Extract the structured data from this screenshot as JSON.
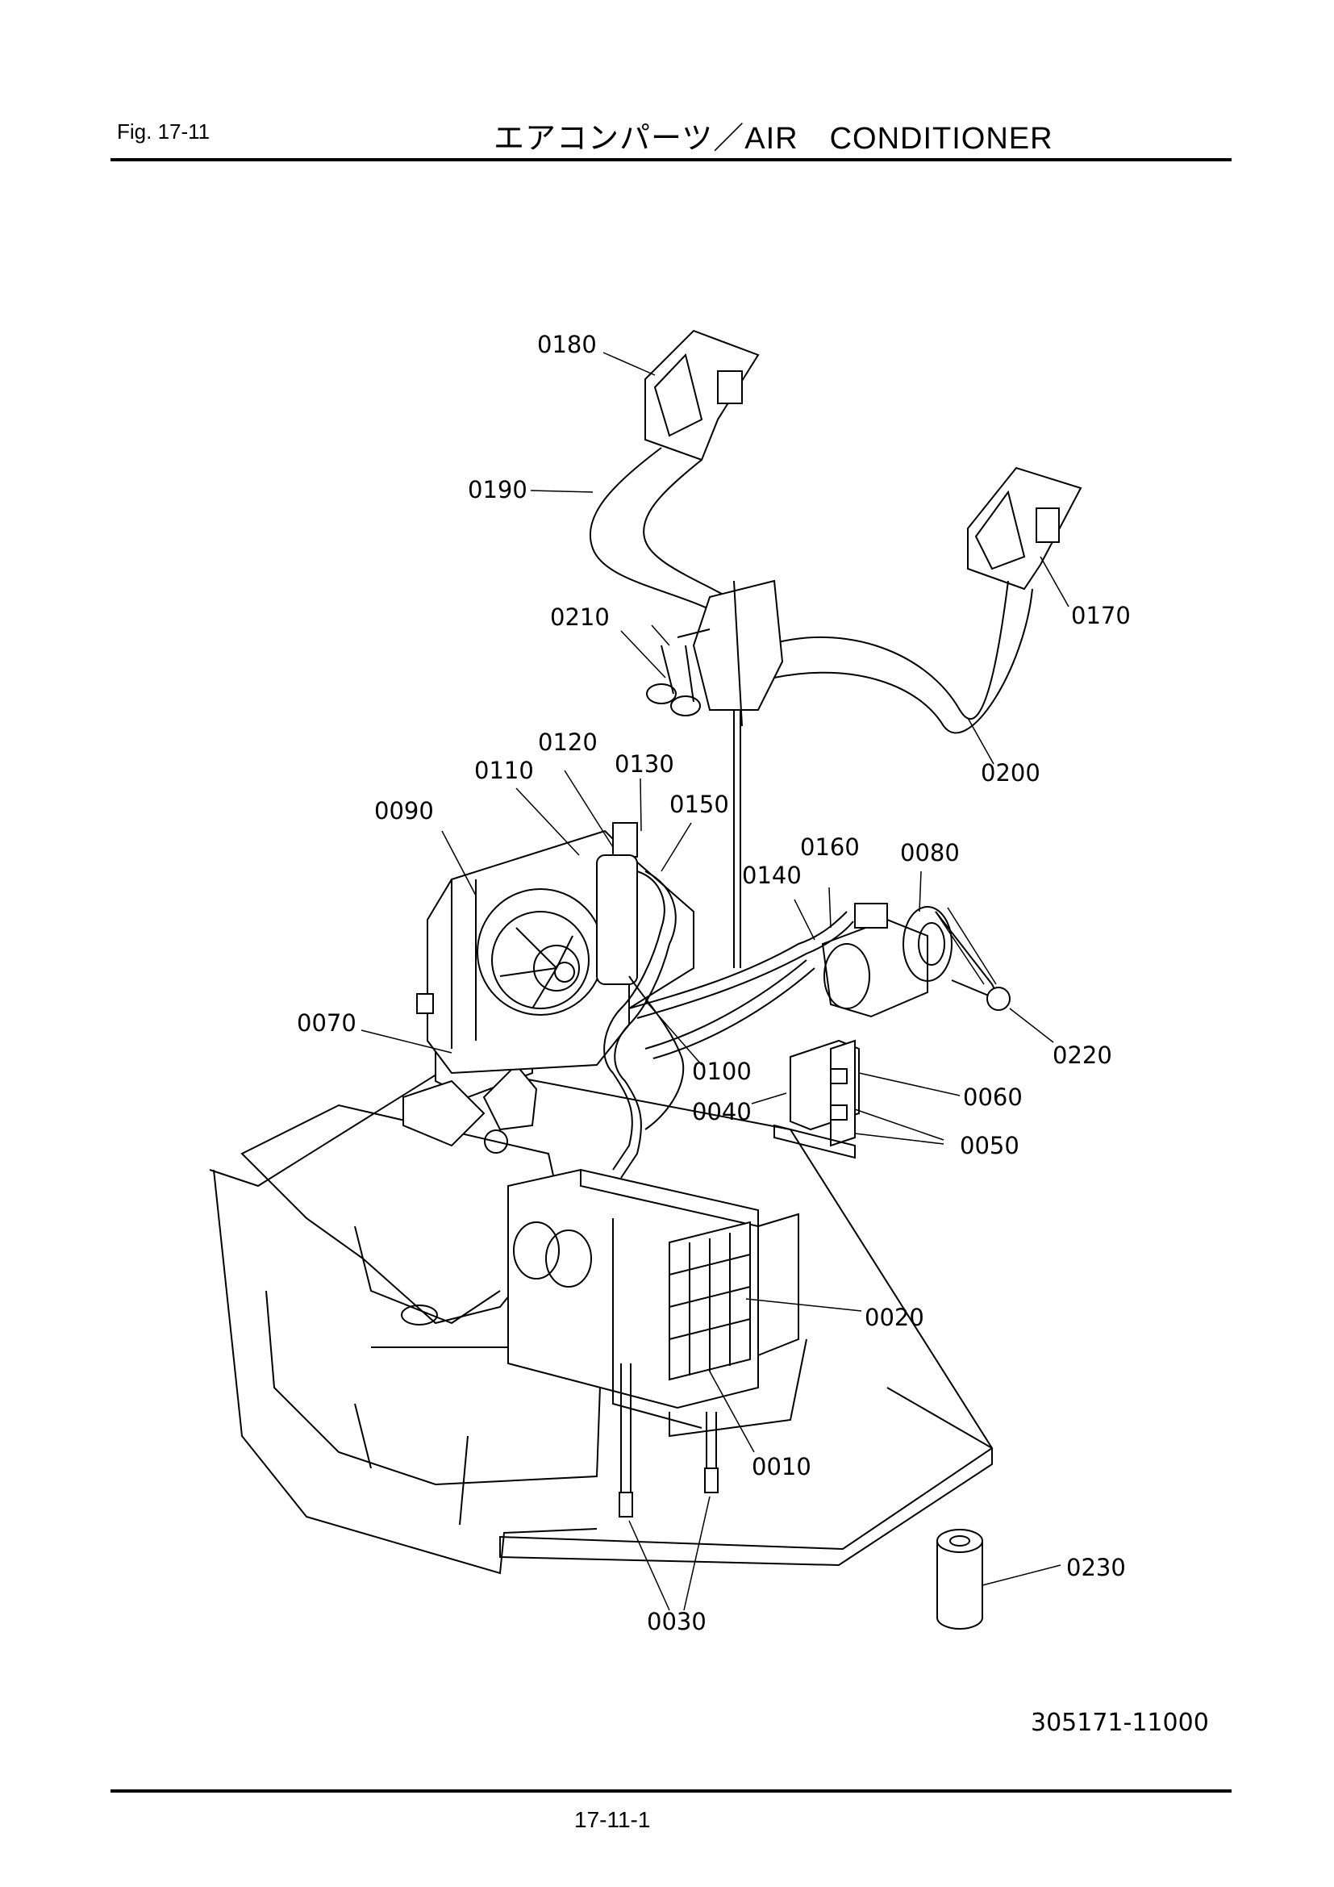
{
  "header": {
    "figure_label": "Fig.  17-11",
    "title": "エアコンパーツ／AIR　CONDITIONER"
  },
  "callouts": {
    "p0010": "0010",
    "p0020": "0020",
    "p0030": "0030",
    "p0040": "0040",
    "p0050": "0050",
    "p0060": "0060",
    "p0070": "0070",
    "p0080": "0080",
    "p0090": "0090",
    "p0100": "0100",
    "p0110": "0110",
    "p0120": "0120",
    "p0130": "0130",
    "p0140": "0140",
    "p0150": "0150",
    "p0160": "0160",
    "p0170": "0170",
    "p0180": "0180",
    "p0190": "0190",
    "p0200": "0200",
    "p0210": "0210",
    "p0220": "0220",
    "p0230": "0230"
  },
  "footer": {
    "drawing_number": "305171-11000",
    "page_number": "17-11-1"
  }
}
